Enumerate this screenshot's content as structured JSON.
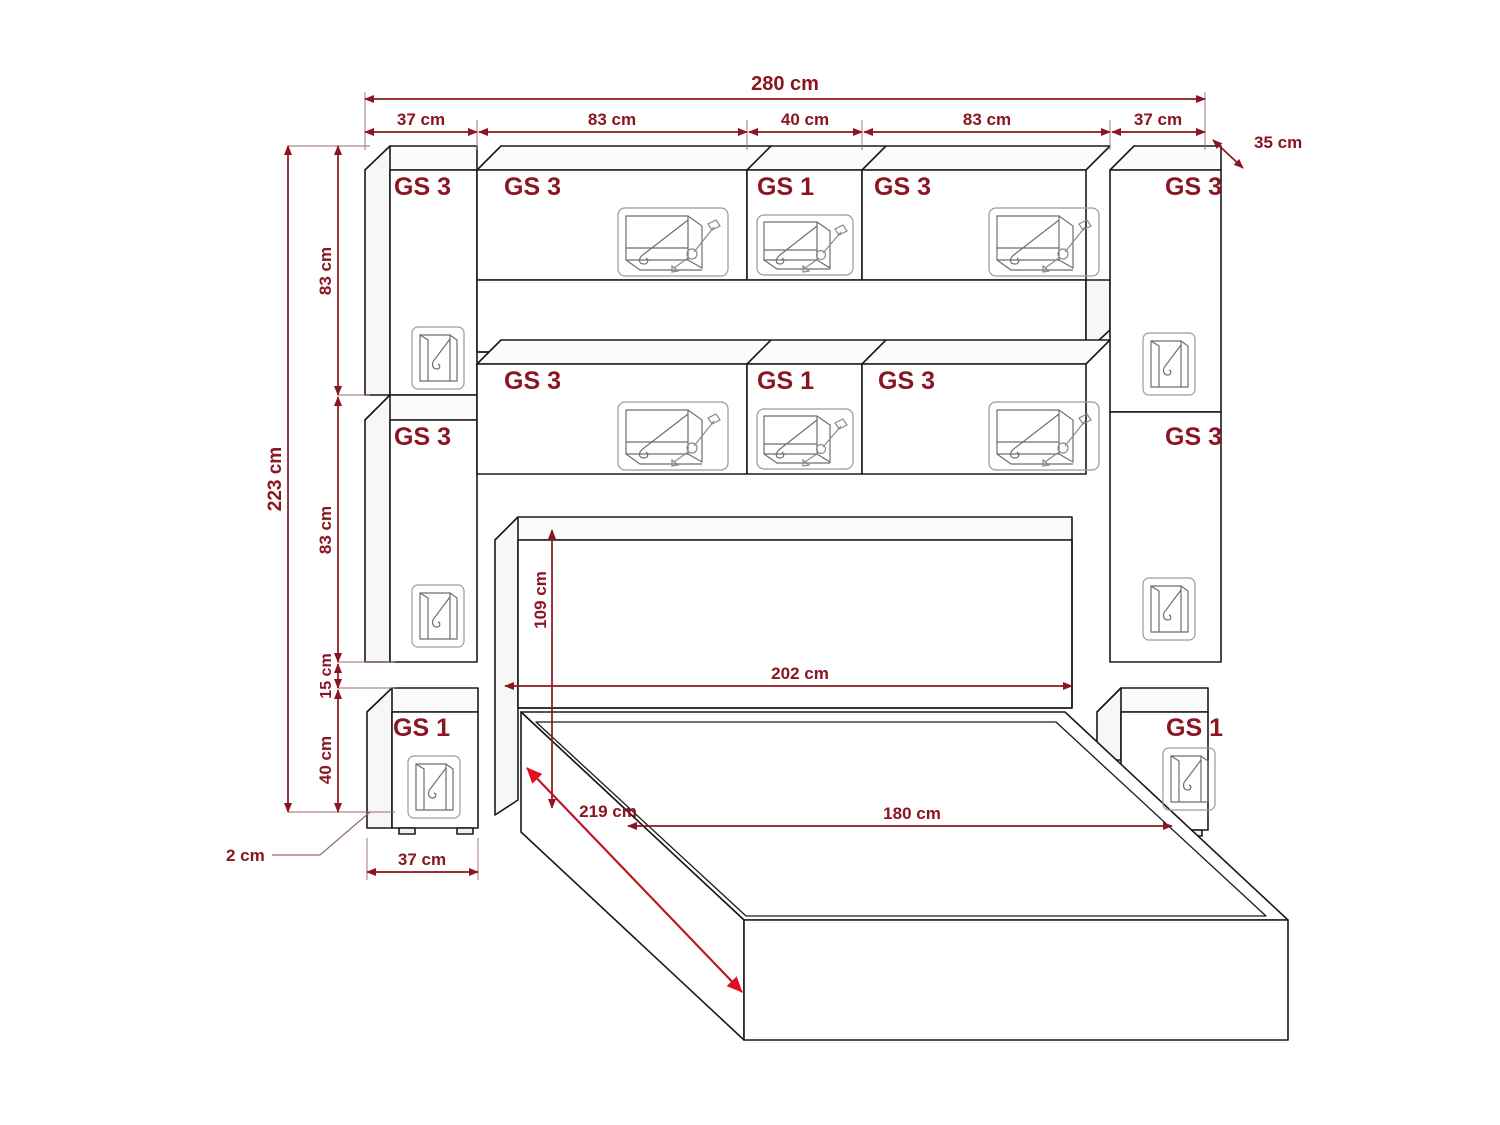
{
  "drawing": {
    "title": "Bedroom wall unit with bed – dimensioned assembly drawing",
    "unit": "cm",
    "colors": {
      "dimension_red": "#8B1520",
      "arrow_red": "#C01020",
      "outline_black": "#1a1a1a",
      "icon_grey": "#808080",
      "background": "#ffffff"
    }
  },
  "dimensions": {
    "overall_width": "280 cm",
    "overall_height": "223 cm",
    "depth": "35 cm",
    "left_column_width": "37 cm",
    "left_cabinet_width": "83 cm",
    "center_cabinet_width": "40 cm",
    "right_cabinet_width": "83 cm",
    "right_column_width": "37 cm",
    "upper_section_height": "83 cm",
    "lower_section_height": "83 cm",
    "gap_height": "15 cm",
    "nightstand_height": "40 cm",
    "nightstand_width": "37 cm",
    "plinth_note": "2 cm",
    "headboard_height": "109 cm",
    "bed_inner_width": "202 cm",
    "mattress_width": "180 cm",
    "bed_length_diagonal": "219 cm"
  },
  "modules": {
    "upper_row": [
      {
        "id": "u1",
        "label": "GS 3",
        "icon": "flap-door-gas-piston-icon"
      },
      {
        "id": "u2",
        "label": "GS 1",
        "icon": "flap-door-gas-piston-icon"
      },
      {
        "id": "u3",
        "label": "GS 3",
        "icon": "flap-door-gas-piston-icon"
      }
    ],
    "middle_row": [
      {
        "id": "m1",
        "label": "GS 3",
        "icon": "flap-door-gas-piston-icon"
      },
      {
        "id": "m2",
        "label": "GS 1",
        "icon": "flap-door-gas-piston-icon"
      },
      {
        "id": "m3",
        "label": "GS 3",
        "icon": "flap-door-gas-piston-icon"
      }
    ],
    "left_column": [
      {
        "id": "lt",
        "label": "GS 3",
        "icon": "hinged-door-icon"
      },
      {
        "id": "lb",
        "label": "GS 3",
        "icon": "hinged-door-icon"
      }
    ],
    "right_column": [
      {
        "id": "rt",
        "label": "GS 3",
        "icon": "hinged-door-icon"
      },
      {
        "id": "rb",
        "label": "GS 3",
        "icon": "hinged-door-icon"
      }
    ],
    "nightstands": [
      {
        "id": "nl",
        "label": "GS 1",
        "icon": "hinged-door-icon"
      },
      {
        "id": "nr",
        "label": "GS 1",
        "icon": "hinged-door-icon"
      }
    ]
  },
  "labels": {
    "w_280": "280 cm",
    "w_37a": "37 cm",
    "w_83a": "83 cm",
    "w_40": "40 cm",
    "w_83b": "83 cm",
    "w_37b": "37 cm",
    "d_35": "35 cm",
    "h_223": "223 cm",
    "h_83a": "83 cm",
    "h_83b": "83 cm",
    "h_15": "15 cm",
    "h_40": "40 cm",
    "w_37c": "37 cm",
    "n_2": "2 cm",
    "h_109": "109 cm",
    "w_202": "202 cm",
    "w_180": "180 cm",
    "d_219": "219 cm",
    "gs3": "GS 3",
    "gs1": "GS 1"
  }
}
